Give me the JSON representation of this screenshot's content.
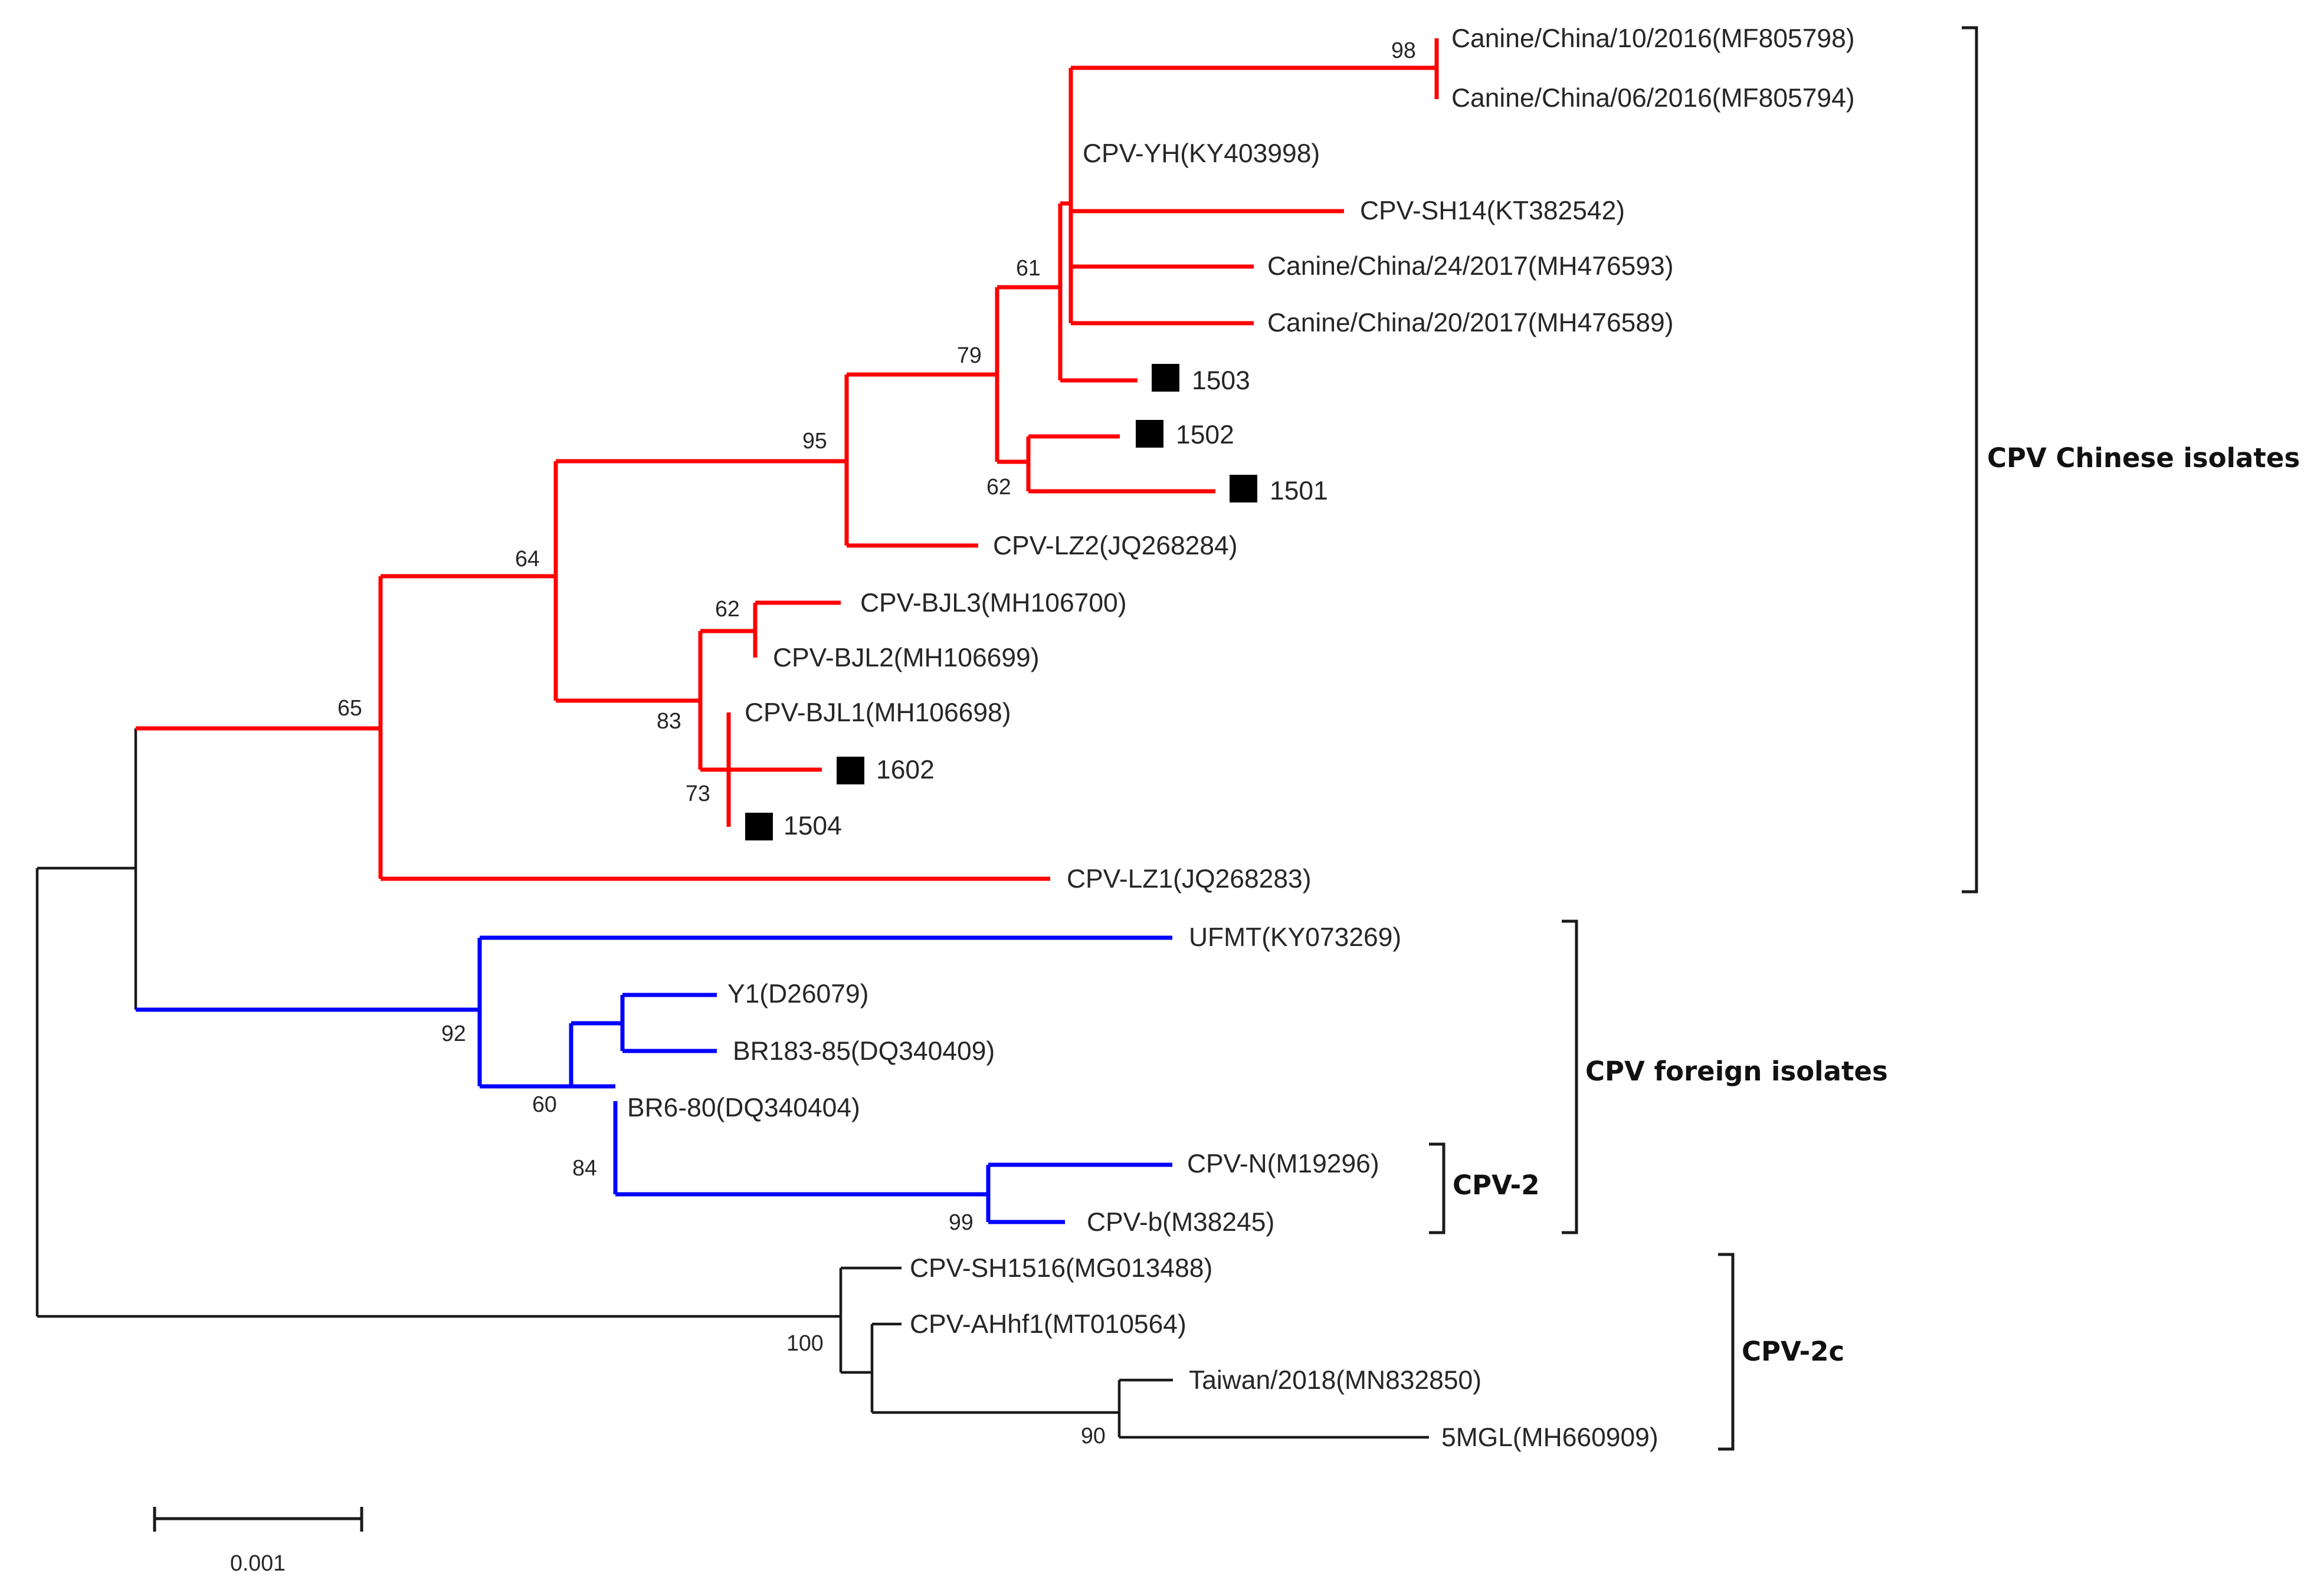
{
  "colors": {
    "chinese_clade": "#ff0000",
    "foreign_clade": "#0000ff",
    "other_branches": "#1a1a1a",
    "bracket": "#1a1a1a",
    "marker": "#000000"
  },
  "tips": {
    "mf805798": "Canine/China/10/2016(MF805798)",
    "mf805794": "Canine/China/06/2016(MF805794)",
    "ky403998": "CPV-YH(KY403998)",
    "kt382542": "CPV-SH14(KT382542)",
    "mh476593": "Canine/China/24/2017(MH476593)",
    "mh476589": "Canine/China/20/2017(MH476589)",
    "s1503": "1503",
    "s1502": "1502",
    "s1501": "1501",
    "jq268284": "CPV-LZ2(JQ268284)",
    "mh106700": "CPV-BJL3(MH106700)",
    "mh106699": "CPV-BJL2(MH106699)",
    "mh106698": "CPV-BJL1(MH106698)",
    "s1602": "1602",
    "s1504": "1504",
    "jq268283": "CPV-LZ1(JQ268283)",
    "ky073269": "UFMT(KY073269)",
    "d26079": "Y1(D26079)",
    "dq340409": "BR183-85(DQ340409)",
    "dq340404": "BR6-80(DQ340404)",
    "m19296": "CPV-N(M19296)",
    "m38245": "CPV-b(M38245)",
    "mg013488": "CPV-SH1516(MG013488)",
    "mt010564": "CPV-AHhf1(MT010564)",
    "mn832850": "Taiwan/2018(MN832850)",
    "mh660909": "5MGL(MH660909)"
  },
  "bootstrap": {
    "b98": "98",
    "b61": "61",
    "b79": "79",
    "b95": "95",
    "b62a": "62",
    "b64": "64",
    "b62b": "62",
    "b83": "83",
    "b73": "73",
    "b65": "65",
    "b92": "92",
    "b60": "60",
    "b84": "84",
    "b99": "99",
    "b100": "100",
    "b90": "90"
  },
  "groups": {
    "chinese": "CPV Chinese isolates",
    "foreign": "CPV foreign isolates",
    "cpv2": "CPV-2",
    "cpv2c": "CPV-2c"
  },
  "scale_bar": {
    "label": "0.001"
  }
}
